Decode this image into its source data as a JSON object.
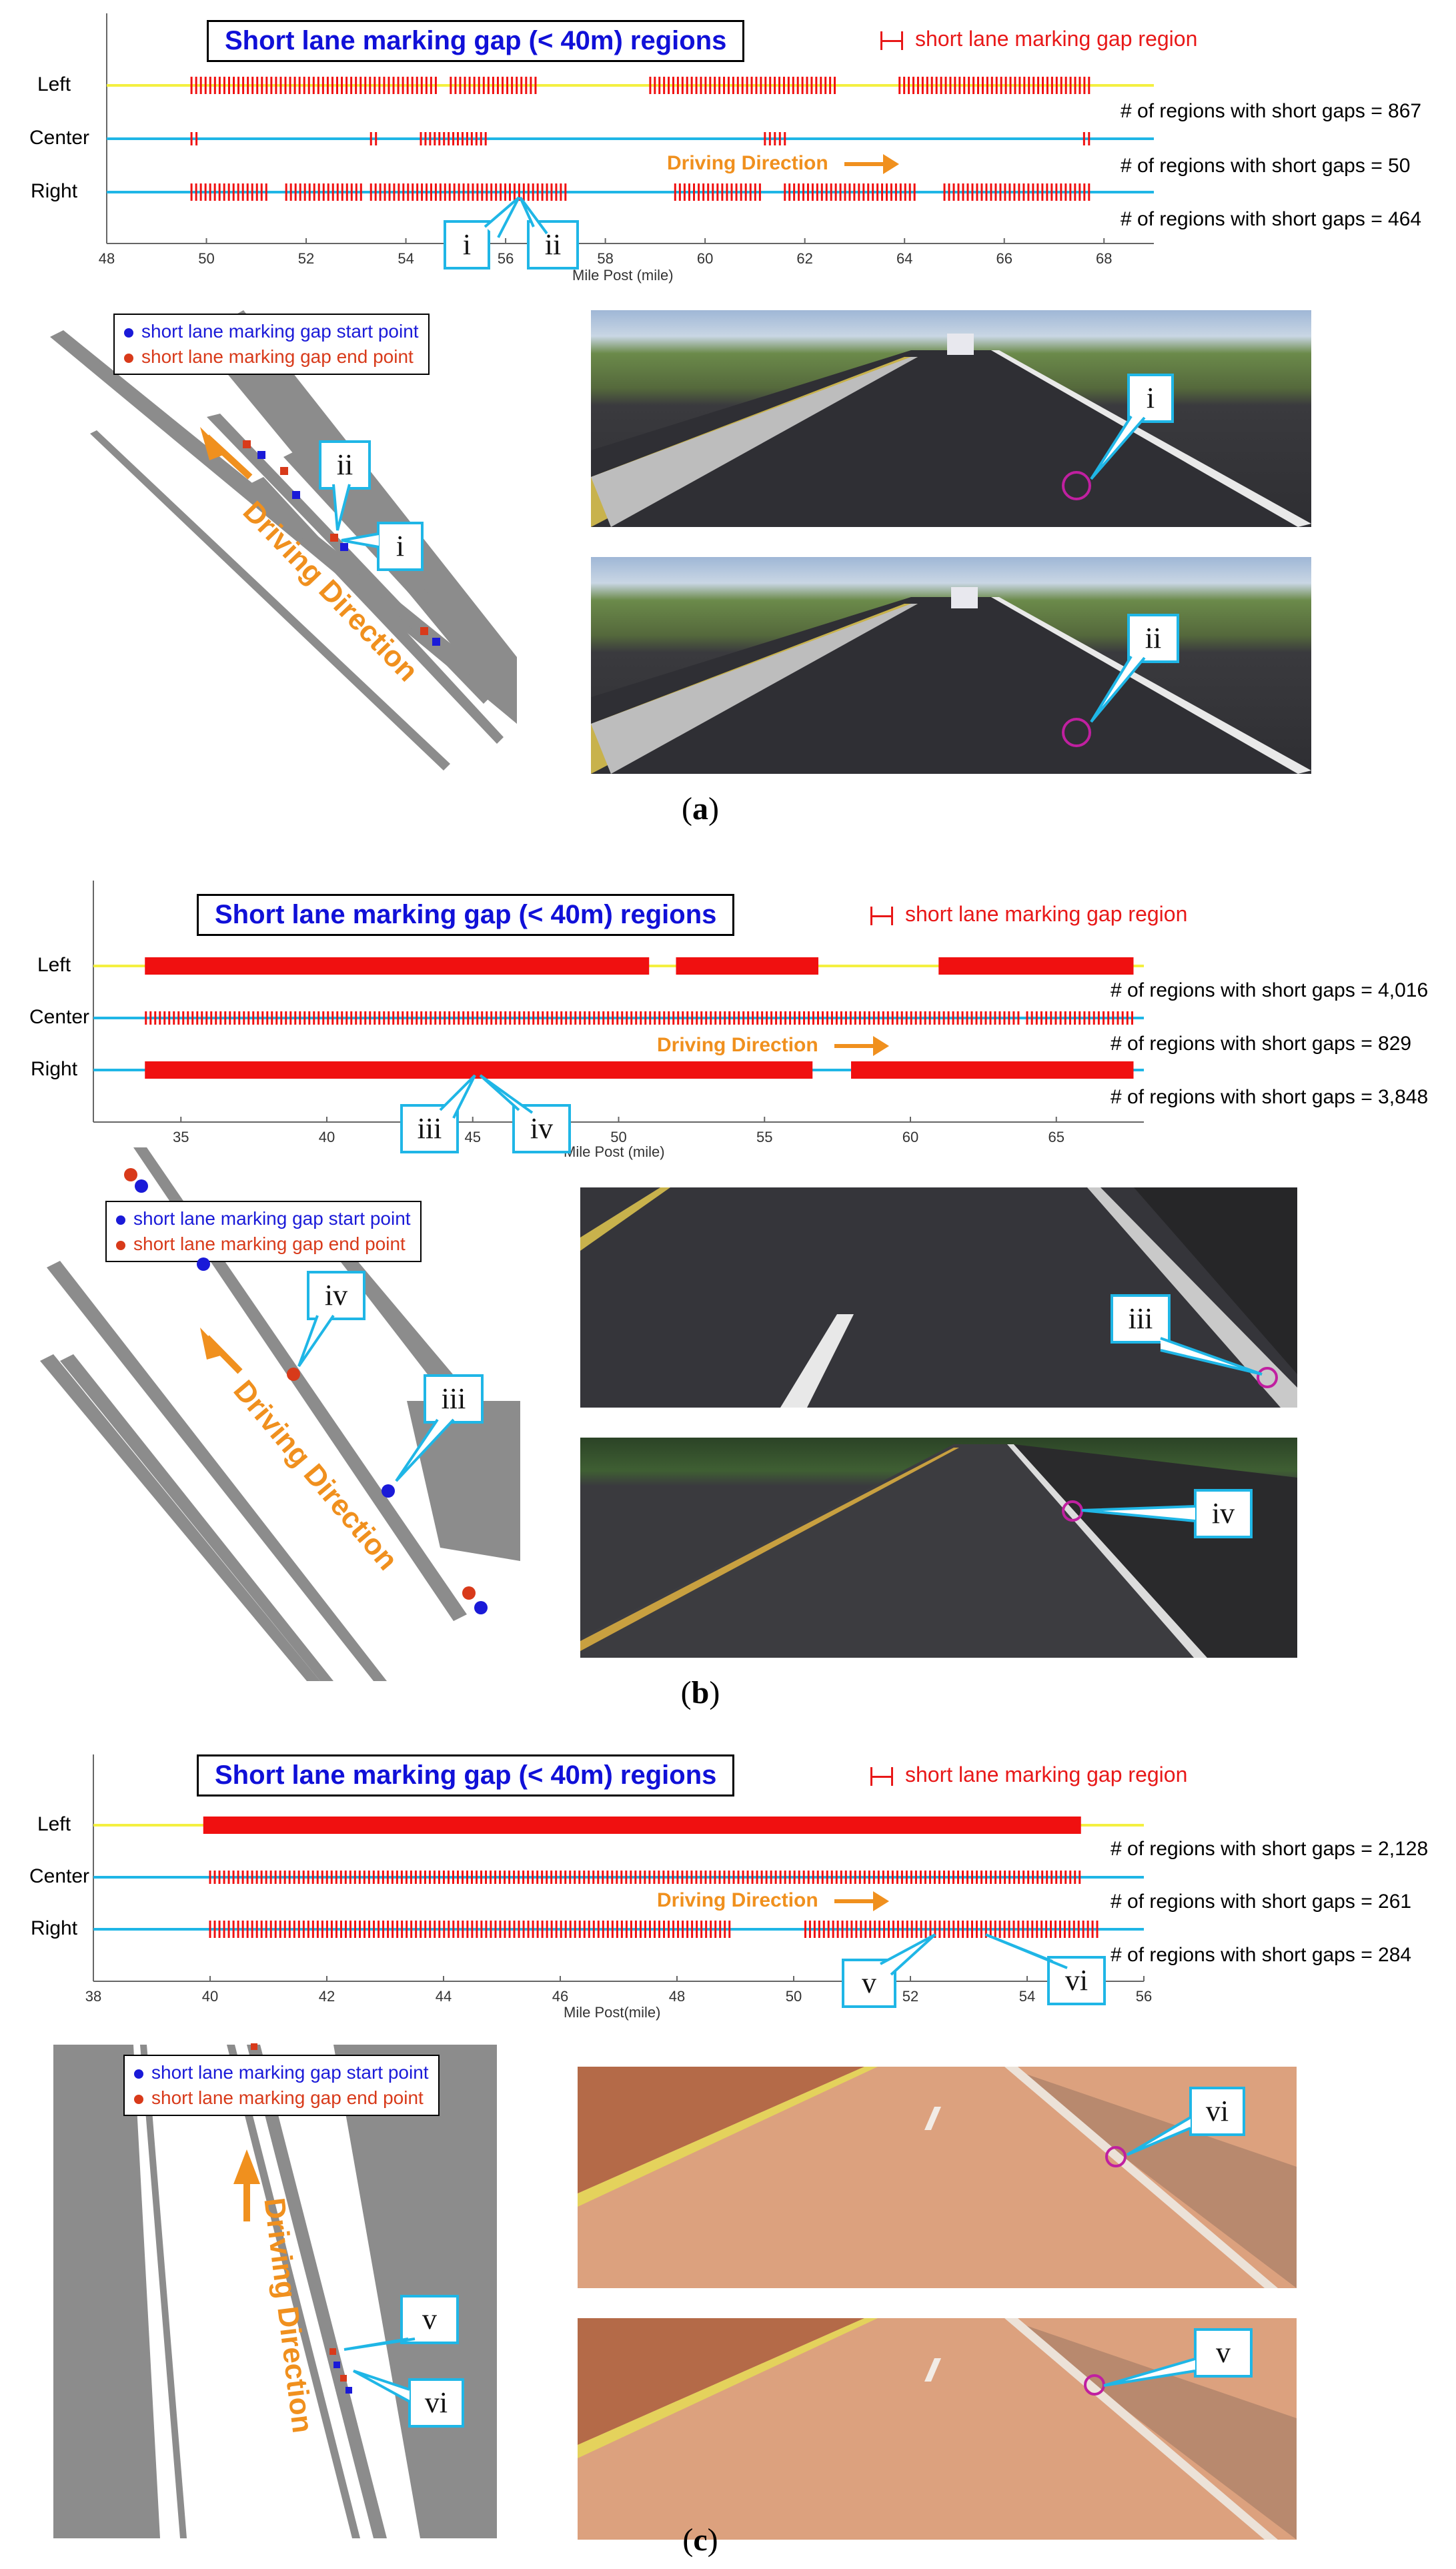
{
  "common": {
    "title": "Short lane marking gap (< 40m) regions",
    "legend": "short lane marking gap region",
    "lanes": [
      "Left",
      "Center",
      "Right"
    ],
    "driving_direction": "Driving Direction",
    "pc_legend_start": "short lane marking gap start point",
    "pc_legend_end": "short lane marking gap end point",
    "colors": {
      "left_lane": "#f4f040",
      "center_right_lane": "#1fb6e6",
      "gap": "#f01010",
      "orange": "#f0901e",
      "start_point": "#1a1ad8",
      "end_point": "#d83a1a"
    }
  },
  "panels": [
    {
      "caption_letter": "a",
      "axis_label": "Mile  Post (mile)",
      "stats": [
        "# of regions with short gaps = 867",
        "# of regions with short gaps = 50",
        "# of regions with short gaps = 464"
      ],
      "callouts": [
        "i",
        "ii",
        "ii",
        "i",
        "i",
        "ii"
      ],
      "chart_data": {
        "type": "bar",
        "xlim": [
          48,
          69
        ],
        "xticks": [
          48,
          50,
          52,
          54,
          56,
          58,
          60,
          62,
          64,
          66,
          68
        ],
        "series": [
          {
            "name": "Left",
            "segments": [
              [
                49.7,
                54.6
              ],
              [
                54.9,
                56.6
              ],
              [
                58.9,
                62.6
              ],
              [
                63.9,
                67.7
              ]
            ],
            "counts": 867
          },
          {
            "name": "Center",
            "segments": [
              [
                49.7,
                49.8
              ],
              [
                53.3,
                53.4
              ],
              [
                54.3,
                55.6
              ],
              [
                61.2,
                61.6
              ],
              [
                67.6,
                67.7
              ]
            ],
            "counts": 50
          },
          {
            "name": "Right",
            "segments": [
              [
                49.7,
                51.2
              ],
              [
                51.6,
                53.1
              ],
              [
                53.3,
                57.2
              ],
              [
                59.4,
                61.1
              ],
              [
                61.6,
                64.2
              ],
              [
                64.8,
                67.7
              ]
            ],
            "counts": 464
          }
        ]
      }
    },
    {
      "caption_letter": "b",
      "axis_label": "Mile  Post (mile)",
      "stats": [
        "# of regions with short gaps = 4,016",
        "# of regions with short gaps = 829",
        "# of regions with short gaps = 3,848"
      ],
      "callouts": [
        "iii",
        "iv",
        "iv",
        "iii",
        "iii",
        "iv"
      ],
      "chart_data": {
        "type": "bar",
        "xlim": [
          32,
          68
        ],
        "xticks": [
          35,
          40,
          45,
          50,
          55,
          60,
          65
        ],
        "series": [
          {
            "name": "Left",
            "segments": [
              [
                33.8,
                51.0
              ],
              [
                52.0,
                56.8
              ],
              [
                61.0,
                67.6
              ]
            ],
            "counts": 4016
          },
          {
            "name": "Center",
            "segments": [
              [
                33.8,
                53.8
              ],
              [
                53.8,
                63.7
              ],
              [
                64.0,
                67.6
              ]
            ],
            "counts": 829
          },
          {
            "name": "Right",
            "segments": [
              [
                33.8,
                56.6
              ],
              [
                58.0,
                67.6
              ]
            ],
            "counts": 3848
          }
        ]
      }
    },
    {
      "caption_letter": "c",
      "axis_label": "Mile  Post(mile)",
      "stats": [
        "# of regions with short gaps = 2,128",
        "# of regions with short gaps = 261",
        "# of regions with short gaps = 284"
      ],
      "callouts": [
        "v",
        "vi",
        "v",
        "vi",
        "vi",
        "v"
      ],
      "chart_data": {
        "type": "bar",
        "xlim": [
          38,
          56
        ],
        "xticks": [
          38,
          40,
          42,
          44,
          46,
          48,
          50,
          52,
          54,
          56
        ],
        "series": [
          {
            "name": "Left",
            "segments": [
              [
                39.9,
                54.9
              ]
            ],
            "counts": 2128
          },
          {
            "name": "Center",
            "segments": [
              [
                40.0,
                54.9
              ]
            ],
            "counts": 261
          },
          {
            "name": "Right",
            "segments": [
              [
                40.0,
                48.9
              ],
              [
                50.2,
                55.2
              ]
            ],
            "counts": 284
          }
        ]
      }
    }
  ]
}
